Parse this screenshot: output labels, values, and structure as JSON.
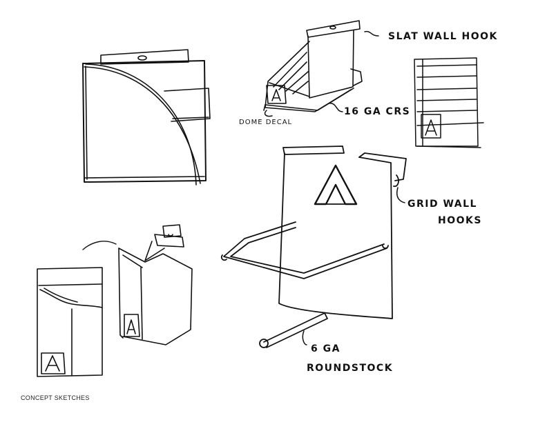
{
  "labels": {
    "slat_wall_hook": "SLAT WALL HOOK",
    "gauge_crs": "16 GA CRS",
    "dome_decal": "DOME DECAL",
    "grid_wall_hooks_1": "GRID WALL",
    "grid_wall_hooks_2": "HOOKS",
    "roundstock_1": "6 GA",
    "roundstock_2": "ROUNDSTOCK"
  },
  "footer": {
    "caption": "CONCEPT SKETCHES"
  },
  "colors": {
    "ink": "#111111",
    "paper": "#ffffff"
  }
}
